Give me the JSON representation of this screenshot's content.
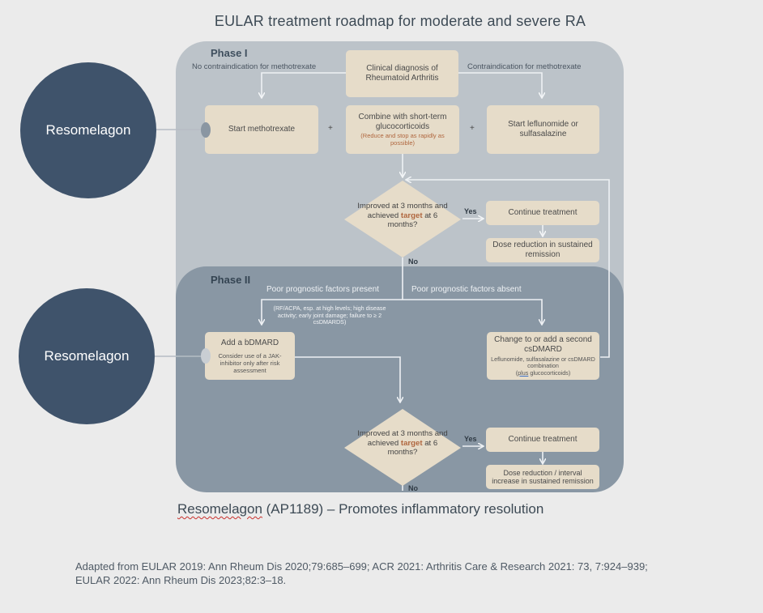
{
  "title": "EULAR treatment roadmap for moderate and severe RA",
  "side_labels": [
    "Resomelagon",
    "Resomelagon"
  ],
  "phase1": {
    "label": "Phase I",
    "left_branch": "No contraindication for methotrexate",
    "right_branch": "Contraindication for methotrexate",
    "diagnosis": "Clinical diagnosis of Rheumatoid Arthritis",
    "start_mtx": "Start methotrexate",
    "combine_main": "Combine with short-term glucocorticoids",
    "combine_note": "(Reduce and stop as rapidly as possible)",
    "start_lef": "Start leflunomide or sulfasalazine",
    "plus": "+",
    "diamond_pre": "Improved at 3 months and achieved ",
    "diamond_target": "target",
    "diamond_post": " at 6 months?",
    "yes": "Yes",
    "no": "No",
    "continue": "Continue treatment",
    "dose_reduction": "Dose reduction in sustained remission"
  },
  "phase2": {
    "label": "Phase II",
    "poor_present": "Poor prognostic factors present",
    "poor_absent": "Poor prognostic factors absent",
    "factors_note": "(RF/ACPA, esp. at high levels; high disease activity; early joint damage; failure to ≥ 2 csDMARDS)",
    "bdmard_title": "Add a bDMARD",
    "bdmard_note": "Consider use of a JAK-inhibitor only after risk assessment",
    "csdmard_title": "Change to or add a second csDMARD",
    "csdmard_note": "Leflunomide, sulfasalazine or csDMARD combination",
    "csdmard_note2_pre": "(",
    "csdmard_note2_plus": "plus",
    "csdmard_note2_post": " glucocorticoids)",
    "diamond_pre": "Improved at 3 months and achieved ",
    "diamond_target": "target",
    "diamond_post": " at 6 months?",
    "yes": "Yes",
    "no": "No",
    "continue": "Continue treatment",
    "dose_reduction": "Dose reduction / interval increase in sustained remission"
  },
  "caption_wavy": "Resomelagon",
  "caption_rest": " (AP1189) – Promotes inflammatory resolution",
  "footer_line1": "Adapted from EULAR 2019: Ann Rheum Dis 2020;79:685–699;  ACR 2021: Arthritis Care & Research 2021: 73, 7:924–939;",
  "footer_line2": "EULAR 2022: Ann Rheum Dis 2023;82:3–18.",
  "colors": {
    "background": "#ebebeb",
    "phase1_panel": "#bcc3c9",
    "phase2_panel": "#8997a4",
    "box": "#e6dcc9",
    "circle": "#3f536b",
    "accent": "#b0673f"
  }
}
